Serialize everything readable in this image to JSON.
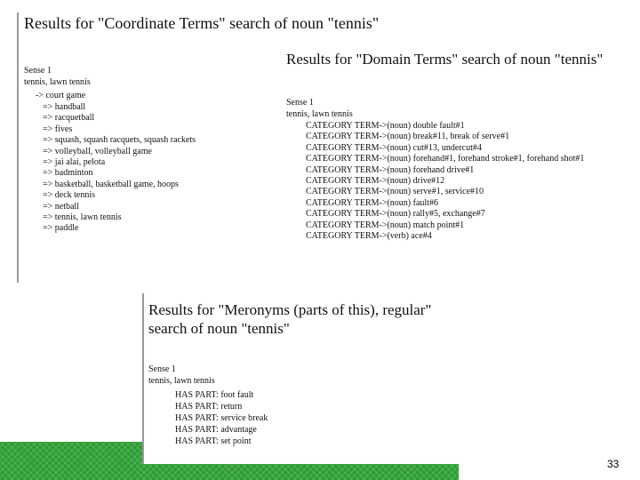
{
  "coordinate": {
    "title": "Results for \"Coordinate Terms\" search of noun \"tennis\"",
    "sense": "Sense 1",
    "synset": "tennis, lawn tennis",
    "parent": "-> court game",
    "items": [
      "=> handball",
      "=> racquetball",
      "=> fives",
      "=> squash, squash racquets, squash rackets",
      "=> volleyball, volleyball game",
      "=> jai alai, pelota",
      "=> badminton",
      "=> basketball, basketball game, hoops",
      "=> deck tennis",
      "=> netball",
      "=> tennis, lawn tennis",
      "=> paddle"
    ]
  },
  "domain": {
    "title": "Results for \"Domain Terms\" search of noun \"tennis\"",
    "sense": "Sense 1",
    "synset": "tennis, lawn tennis",
    "items": [
      "CATEGORY TERM->(noun) double fault#1",
      "CATEGORY TERM->(noun) break#11, break of serve#1",
      "CATEGORY TERM->(noun) cut#13, undercut#4",
      "CATEGORY TERM->(noun) forehand#1, forehand stroke#1, forehand shot#1",
      "CATEGORY TERM->(noun) forehand drive#1",
      "CATEGORY TERM->(noun) drive#12",
      "CATEGORY TERM->(noun) serve#1, service#10",
      "CATEGORY TERM->(noun) fault#6",
      "CATEGORY TERM->(noun) rally#5, exchange#7",
      "CATEGORY TERM->(noun) match point#1",
      "CATEGORY TERM->(verb) ace#4"
    ]
  },
  "meronym": {
    "title_line1": "Results for \"Meronyms (parts of this), regular\"",
    "title_line2": "search of noun \"tennis\"",
    "sense": "Sense 1",
    "synset": "tennis, lawn tennis",
    "items": [
      "HAS PART: foot fault",
      "HAS PART: return",
      "HAS PART: service break",
      "HAS PART: advantage",
      "HAS PART: set point"
    ]
  },
  "footer": {
    "page_number": "33",
    "color": "#2e9d34"
  }
}
